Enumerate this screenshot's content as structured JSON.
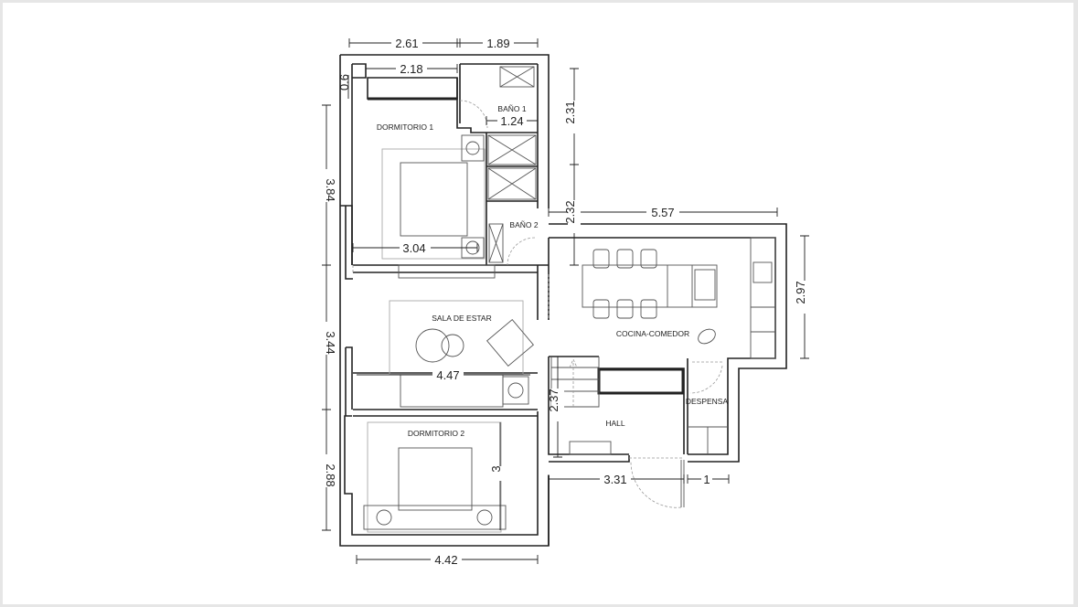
{
  "rooms": {
    "dormitorio1": "DORMITORIO 1",
    "bano1": "BAÑO 1",
    "bano2": "BAÑO 2",
    "sala": "SALA DE ESTAR",
    "cocina": "COCINA-COMEDOR",
    "hall": "HALL",
    "despensa": "DESPENSA",
    "dormitorio2": "DORMITORIO 2"
  },
  "dimensions": {
    "top_left": "2.61",
    "top_right": "1.89",
    "closet_width": "2.18",
    "closet_depth": "0.6",
    "bano_width": "1.24",
    "right_upper": "2.31",
    "right_lower": "2.32",
    "kitchen_width": "5.57",
    "kitchen_depth": "2.97",
    "left_upper": "3.84",
    "left_middle": "3.44",
    "left_lower": "2.88",
    "dorm1_width": "3.04",
    "sala_width": "4.47",
    "dorm2_depth": "3",
    "hall_depth": "2.37",
    "hall_width": "3.31",
    "despensa_width": "1",
    "bottom_width": "4.42"
  }
}
